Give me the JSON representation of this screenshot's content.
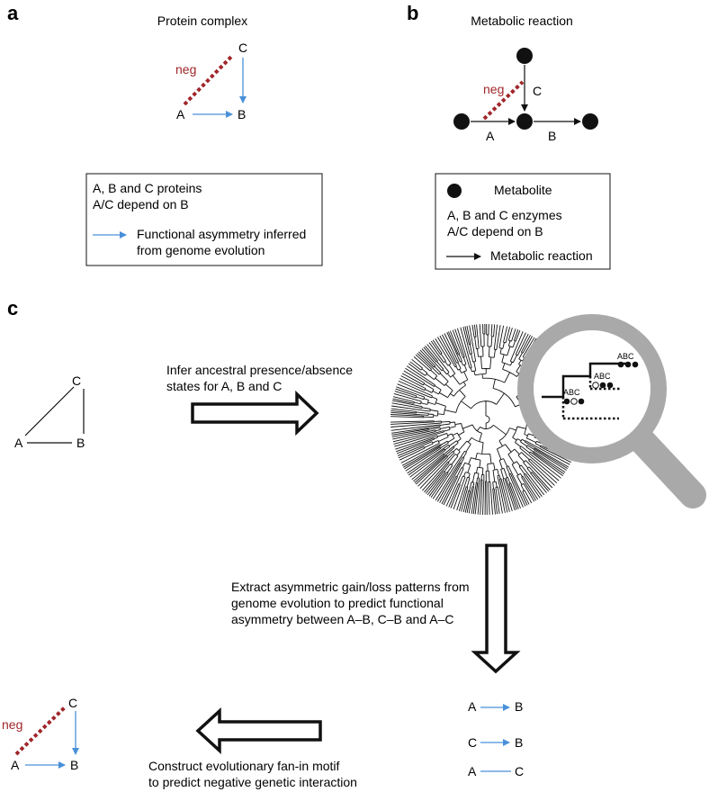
{
  "panel_a": {
    "letter": "a",
    "title": "Protein complex",
    "nodes": {
      "a": "A",
      "b": "B",
      "c": "C"
    },
    "neg_label": "neg",
    "legend": {
      "line1": "A, B and C proteins",
      "line2": "A/C depend on B",
      "arrow_line1": "Functional asymmetry inferred",
      "arrow_line2": "from genome evolution"
    }
  },
  "panel_b": {
    "letter": "b",
    "title": "Metabolic reaction",
    "labels": {
      "a": "A",
      "b": "B",
      "c": "C"
    },
    "neg_label": "neg",
    "legend": {
      "metabolite": "Metabolite",
      "line1": "A, B and C enzymes",
      "line2": "A/C depend on B",
      "reaction": "Metabolic reaction"
    }
  },
  "panel_c": {
    "letter": "c",
    "triangle_nodes": {
      "a": "A",
      "b": "B",
      "c": "C"
    },
    "infer_line1": "Infer ancestral presence/absence",
    "infer_line2": "states for A, B and C",
    "tree_labels": [
      "ABC",
      "ABC",
      "ABC"
    ],
    "extract_line1": "Extract asymmetric gain/loss patterns from",
    "extract_line2": "genome evolution to predict functional",
    "extract_line3": "asymmetry between A–B, C–B and A–C",
    "pairs": [
      {
        "left": "A",
        "right": "B"
      },
      {
        "left": "C",
        "right": "B"
      },
      {
        "left": "A",
        "right": "C"
      }
    ],
    "final_nodes": {
      "a": "A",
      "b": "B",
      "c": "C"
    },
    "final_neg": "neg",
    "construct_line1": "Construct evolutionary fan-in motif",
    "construct_line2": "to predict negative genetic interaction"
  },
  "colors": {
    "blue_arrow": "#4a90d9",
    "neg_red": "#a0262a",
    "magnifier_gray": "#a9a9a9"
  }
}
